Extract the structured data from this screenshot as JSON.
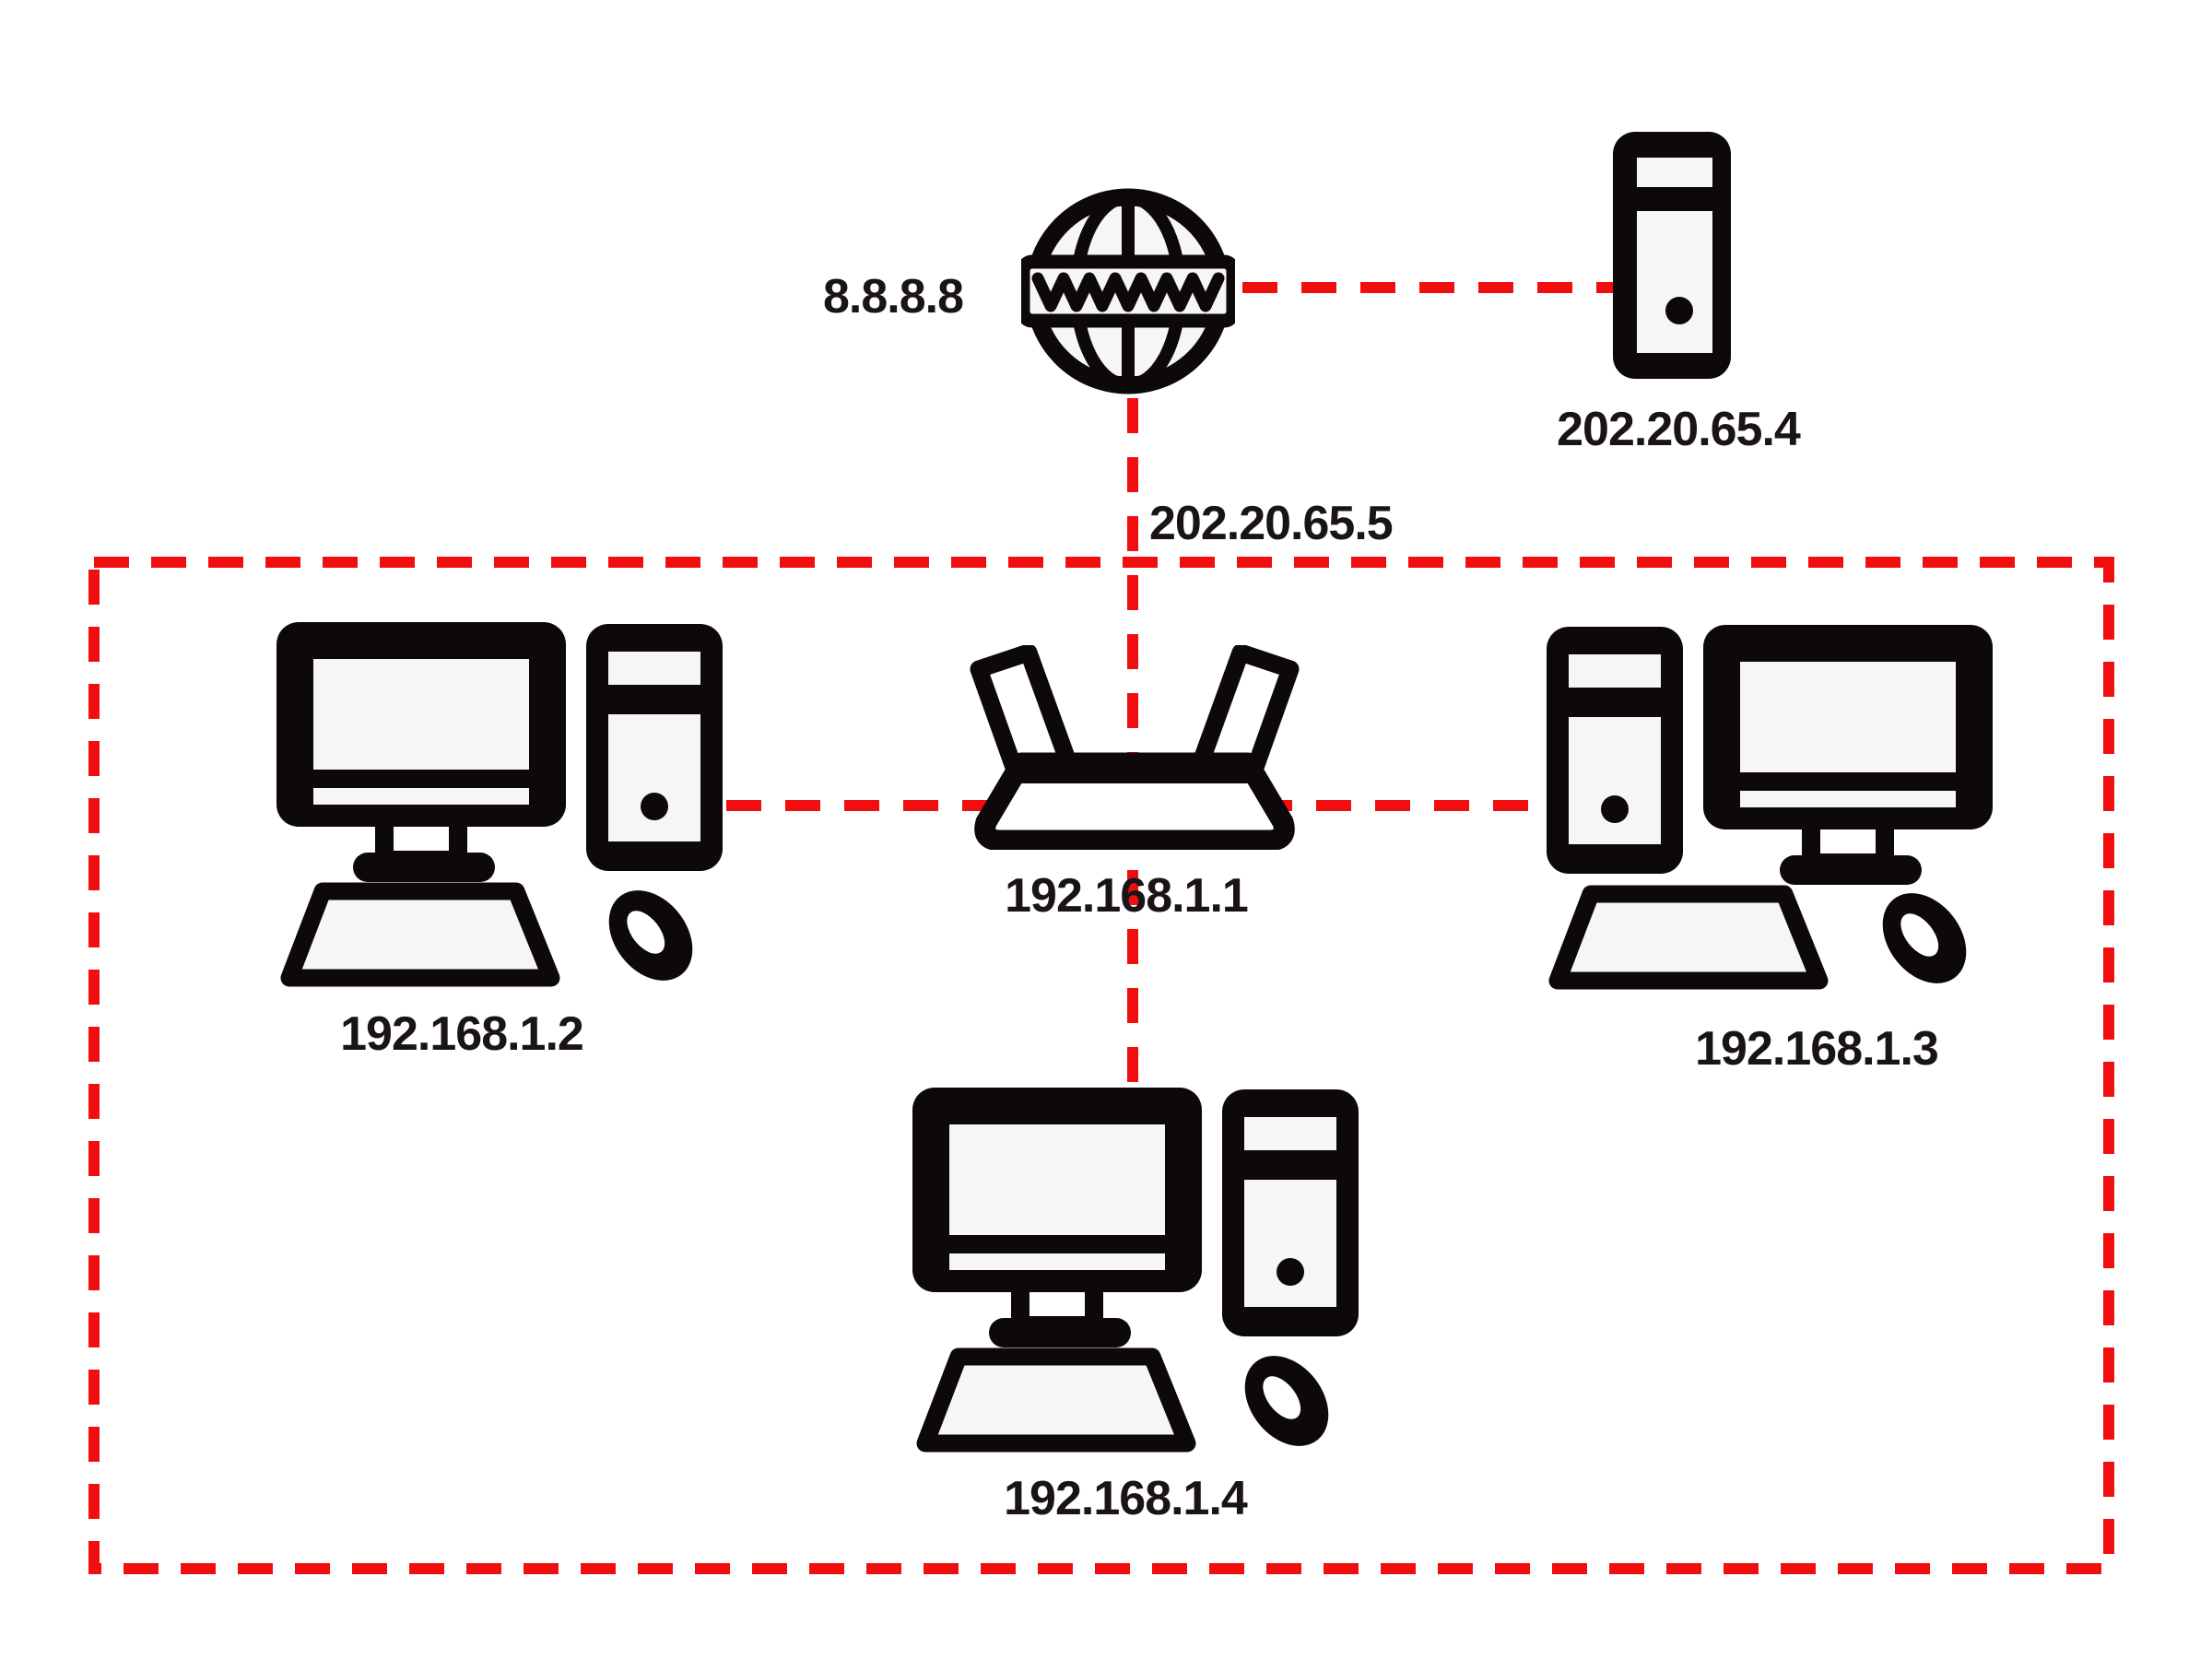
{
  "diagram": {
    "type": "network-topology",
    "background": "#ffffff"
  },
  "colors": {
    "connection_red": "#f10e0e",
    "icon_black": "#0d090b",
    "icon_fill": "#f6f6f7",
    "label_text": "#1a1418",
    "background": "#ffffff"
  },
  "nodes": {
    "internet": {
      "label": "8.8.8.8",
      "icon": "globe-www-icon",
      "role": "internet"
    },
    "external_server": {
      "label": "202.20.65.4",
      "icon": "server-tower-icon",
      "role": "external-server"
    },
    "router": {
      "label": "192.168.1.1",
      "wan_label": "202.20.65.5",
      "icon": "wireless-router-icon",
      "role": "gateway-router"
    },
    "pc_left": {
      "label": "192.168.1.2",
      "icon": "desktop-computer-icon",
      "role": "lan-host"
    },
    "pc_right": {
      "label": "192.168.1.3",
      "icon": "desktop-computer-icon",
      "role": "lan-host"
    },
    "pc_bottom": {
      "label": "192.168.1.4",
      "icon": "desktop-computer-icon",
      "role": "lan-host"
    }
  },
  "links": [
    {
      "from": "internet",
      "to": "external_server",
      "style": "red-dashed"
    },
    {
      "from": "internet",
      "to": "router",
      "style": "red-dashed",
      "label": "202.20.65.5"
    },
    {
      "from": "router",
      "to": "pc_left",
      "style": "red-dashed"
    },
    {
      "from": "router",
      "to": "pc_right",
      "style": "red-dashed"
    },
    {
      "from": "router",
      "to": "pc_bottom",
      "style": "red-dashed"
    }
  ],
  "lan_boundary": {
    "style": "red-dashed-rectangle",
    "contains": [
      "router",
      "pc_left",
      "pc_right",
      "pc_bottom"
    ]
  }
}
